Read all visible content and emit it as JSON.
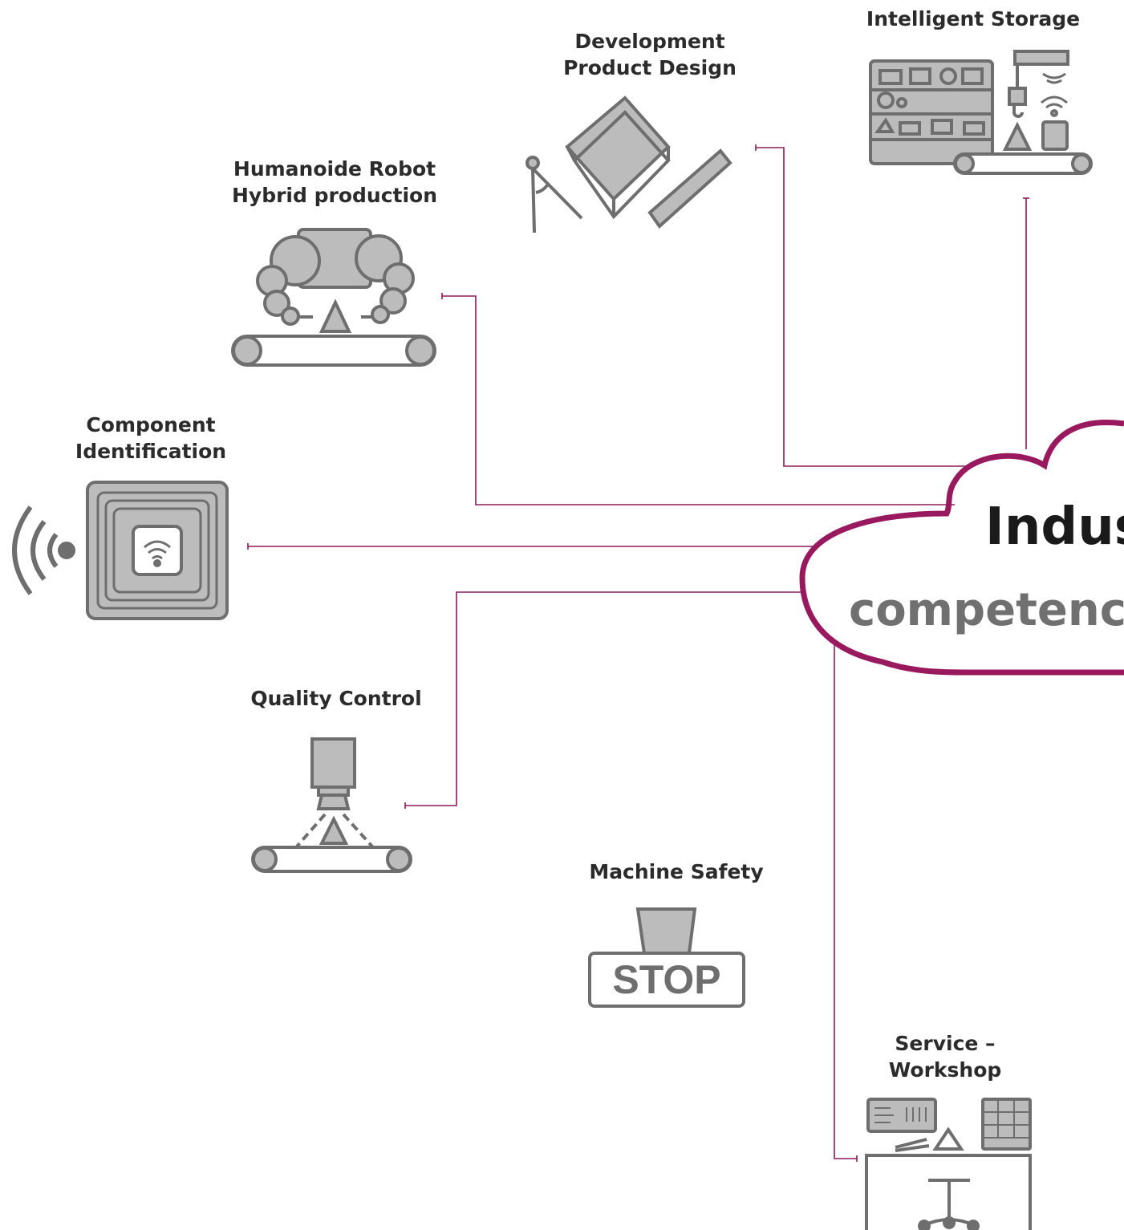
{
  "nodes": {
    "intelligent_storage": {
      "label": "Intelligent Storage"
    },
    "development": {
      "label": "Development\nProduct Design"
    },
    "humanoid": {
      "label": "Humanoide Robot\nHybrid production"
    },
    "component_id": {
      "label": "Component\nIdentification"
    },
    "quality_control": {
      "label": "Quality Control"
    },
    "machine_safety": {
      "label": "Machine Safety",
      "stop_text": "STOP"
    },
    "service_workshop": {
      "label": "Service –\nWorkshop"
    }
  },
  "cloud": {
    "title": "Indust",
    "subtitle": "competence"
  },
  "colors": {
    "connector": "#8b1a5a",
    "cloud_stroke": "#99195f",
    "icon_fill": "#bcbcbc",
    "icon_stroke": "#6e6e6e"
  }
}
